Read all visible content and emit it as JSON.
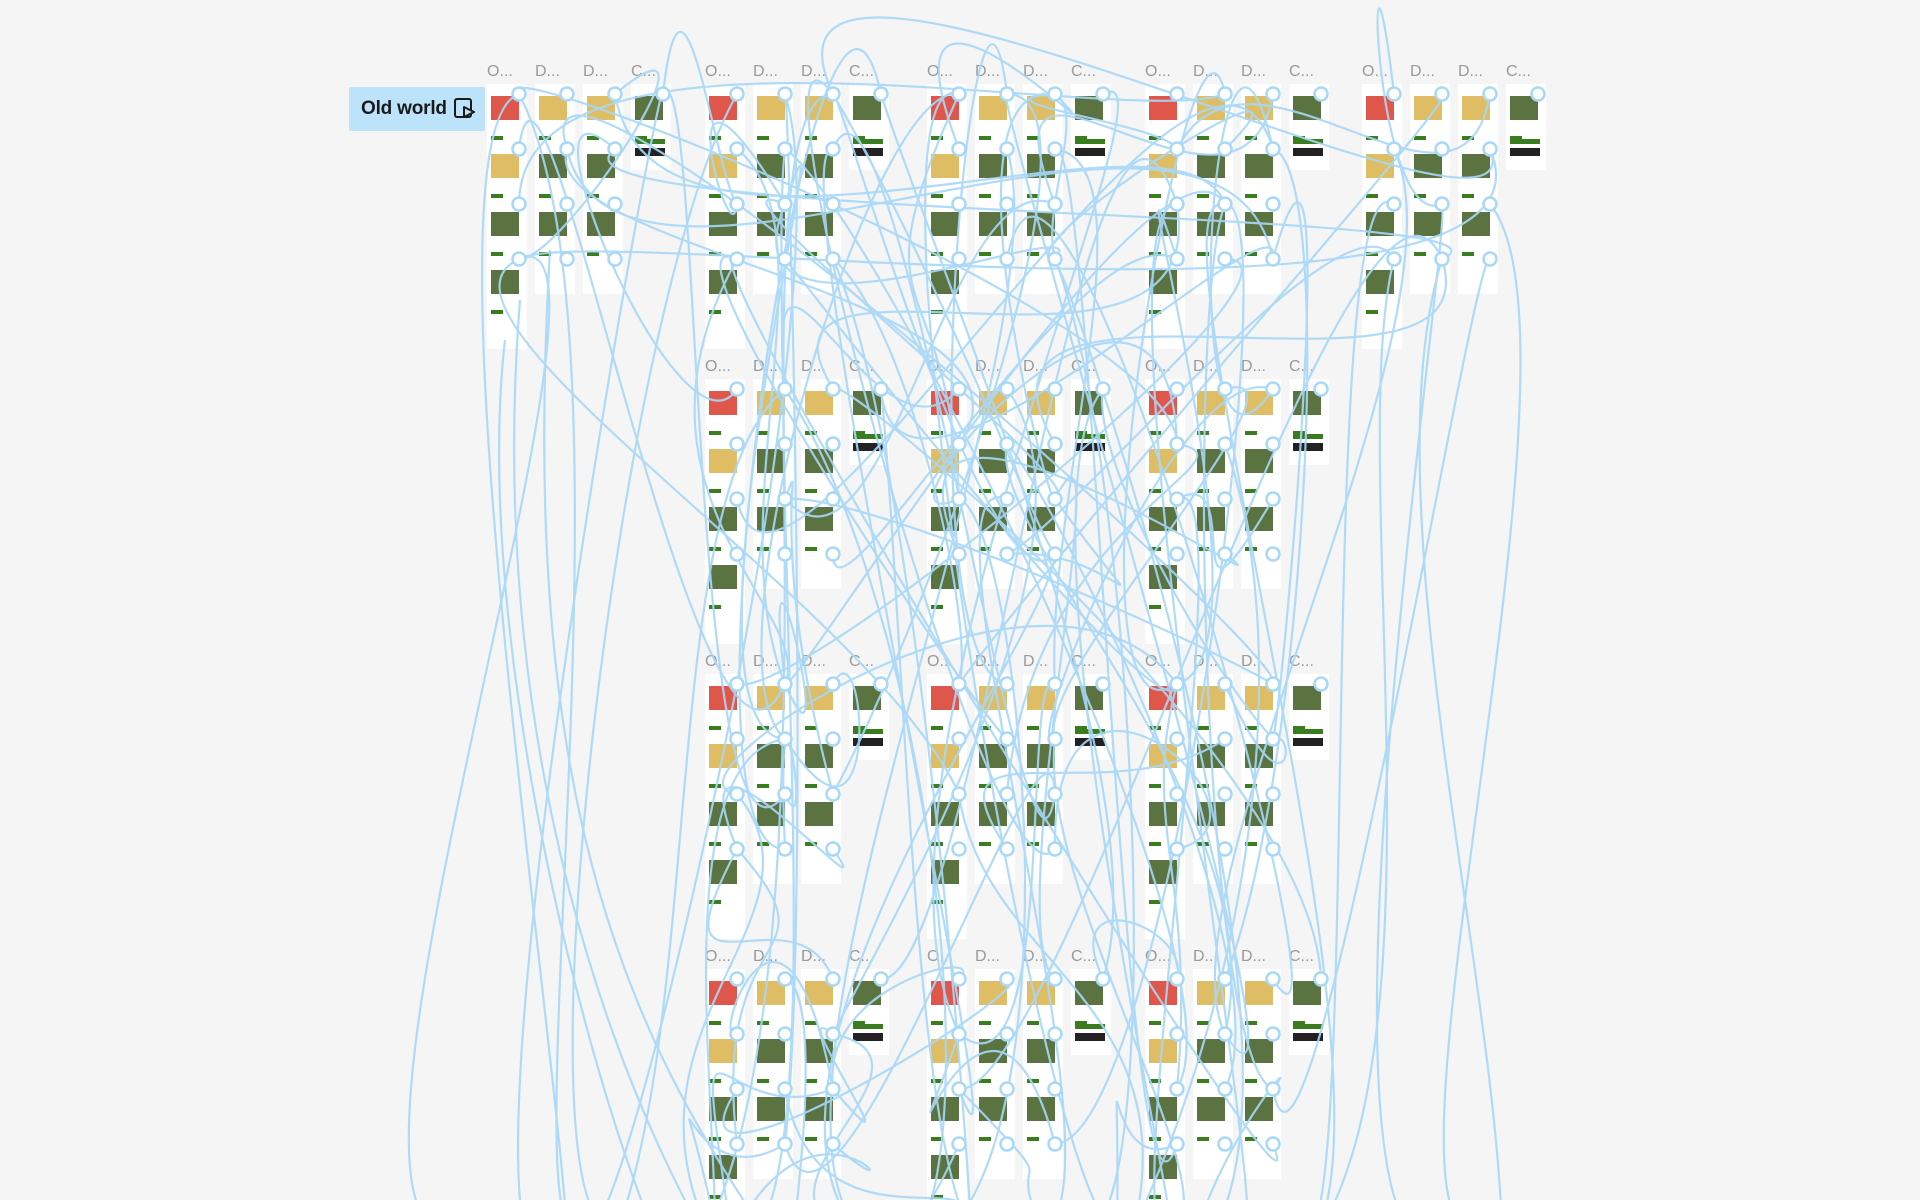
{
  "canvas": {
    "background": "#f5f5f5",
    "wire_color": "#a8d8f8",
    "frame_color": "#ffffff",
    "frame_label_color": "#9a9a9a"
  },
  "flow_badge": {
    "label": "Old world",
    "icon": "play-prototype-icon"
  },
  "frame_labels": {
    "overview": "O...",
    "detail": "D...",
    "cart": "C..."
  },
  "thumbnail_palette": {
    "tomato": "#d93a2b",
    "pasta": "#d8b24a",
    "greens": "#3d5a1e",
    "cta_bar": "#3a7d1f",
    "dark_bar": "#222222"
  }
}
